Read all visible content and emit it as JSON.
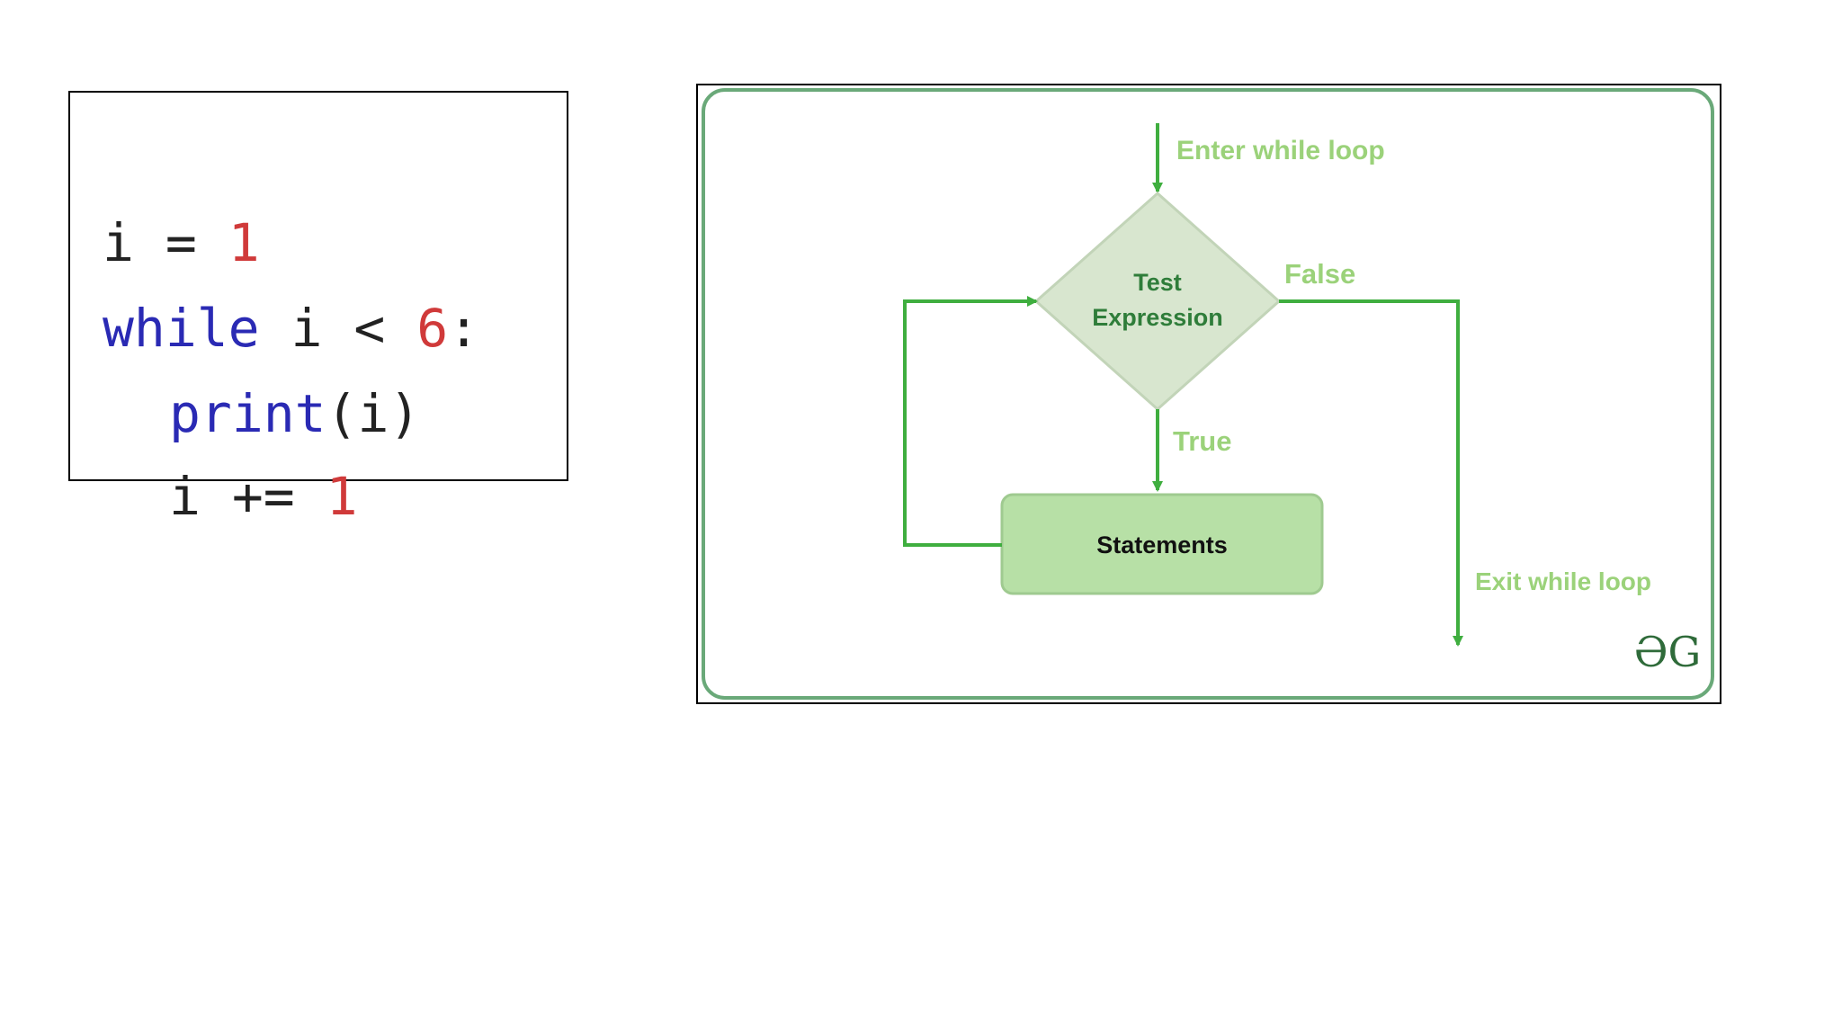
{
  "code": {
    "lines": [
      {
        "var": "i",
        "op": "=",
        "num": "1"
      },
      {
        "kw": "while",
        "cond": "i <",
        "num": "6",
        "colon": ":"
      },
      {
        "fn": "print",
        "args": "(i)"
      },
      {
        "var": "i",
        "op": "+=",
        "num": "1"
      }
    ]
  },
  "flowchart": {
    "enter_label": "Enter while loop",
    "decision_label_line1": "Test",
    "decision_label_line2": "Expression",
    "false_label": "False",
    "true_label": "True",
    "statements_label": "Statements",
    "exit_label": "Exit while loop",
    "logo_text": "ƏG"
  },
  "colors": {
    "code_number": "#d03a3a",
    "code_keyword": "#2a2ab4",
    "arrow_green": "#3fae3f",
    "label_green_light": "#9bd27a",
    "decision_fill": "#d8e6cf",
    "decision_text": "#2f7d3a",
    "statements_fill": "#b7e0a6",
    "frame_green": "#6aa979"
  }
}
